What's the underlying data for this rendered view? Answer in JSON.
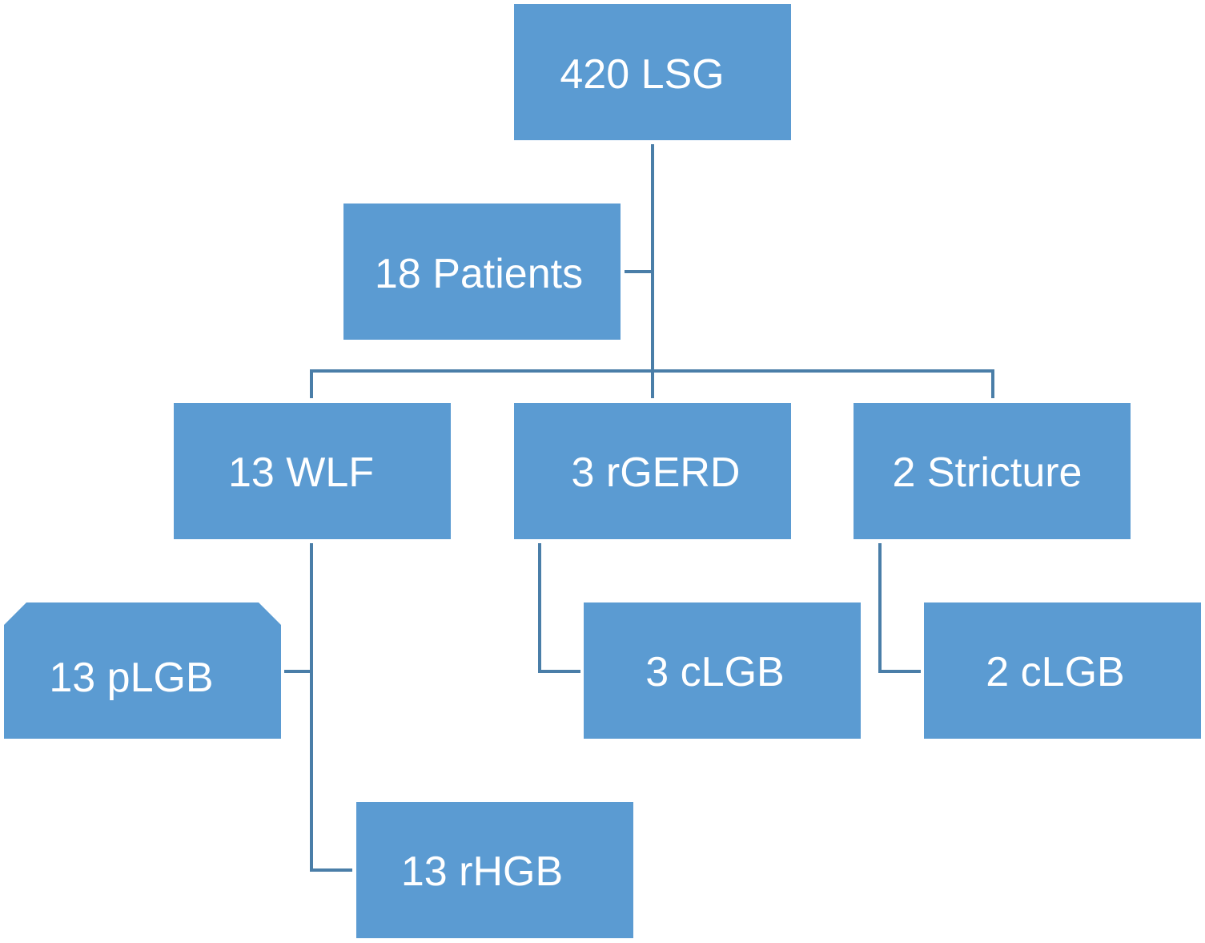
{
  "nodes": {
    "root": {
      "label": "420 LSG"
    },
    "patients": {
      "label": "18 Patients"
    },
    "wlf": {
      "label": "13 WLF"
    },
    "rgerd": {
      "label": "3 rGERD"
    },
    "stricture": {
      "label": "2 Stricture"
    },
    "plgb": {
      "label": "13 pLGB"
    },
    "rhgb": {
      "label": "13 rHGB"
    },
    "clgb_rgerd": {
      "label": "3 cLGB"
    },
    "clgb_stricture": {
      "label": "2 cLGB"
    }
  },
  "colors": {
    "box_fill": "#5b9bd2",
    "connector": "#4a7ea8",
    "label_text": "#ffffff"
  }
}
